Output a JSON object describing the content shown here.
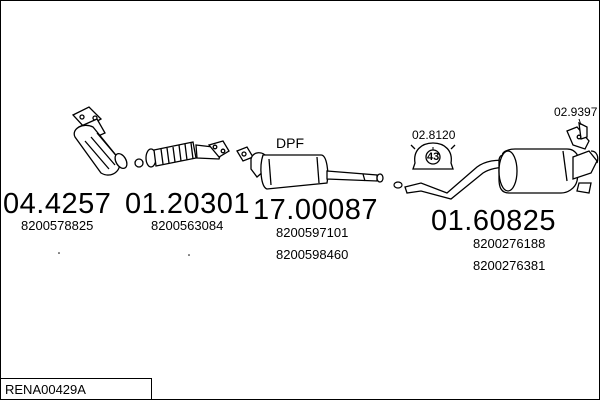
{
  "parts": [
    {
      "number": "04.4257",
      "oem": [
        "8200578825"
      ]
    },
    {
      "number": "01.20301",
      "oem": [
        "8200563084"
      ]
    },
    {
      "number": "17.00087",
      "label": "DPF",
      "oem": [
        "8200597101",
        "8200598460"
      ]
    },
    {
      "number": "01.60825",
      "oem": [
        "8200276188",
        "8200276381"
      ]
    }
  ],
  "accessories": [
    {
      "number": "02.8120",
      "badge": "43"
    },
    {
      "number": "02.9397"
    }
  ],
  "set_code": "RENA00429A"
}
